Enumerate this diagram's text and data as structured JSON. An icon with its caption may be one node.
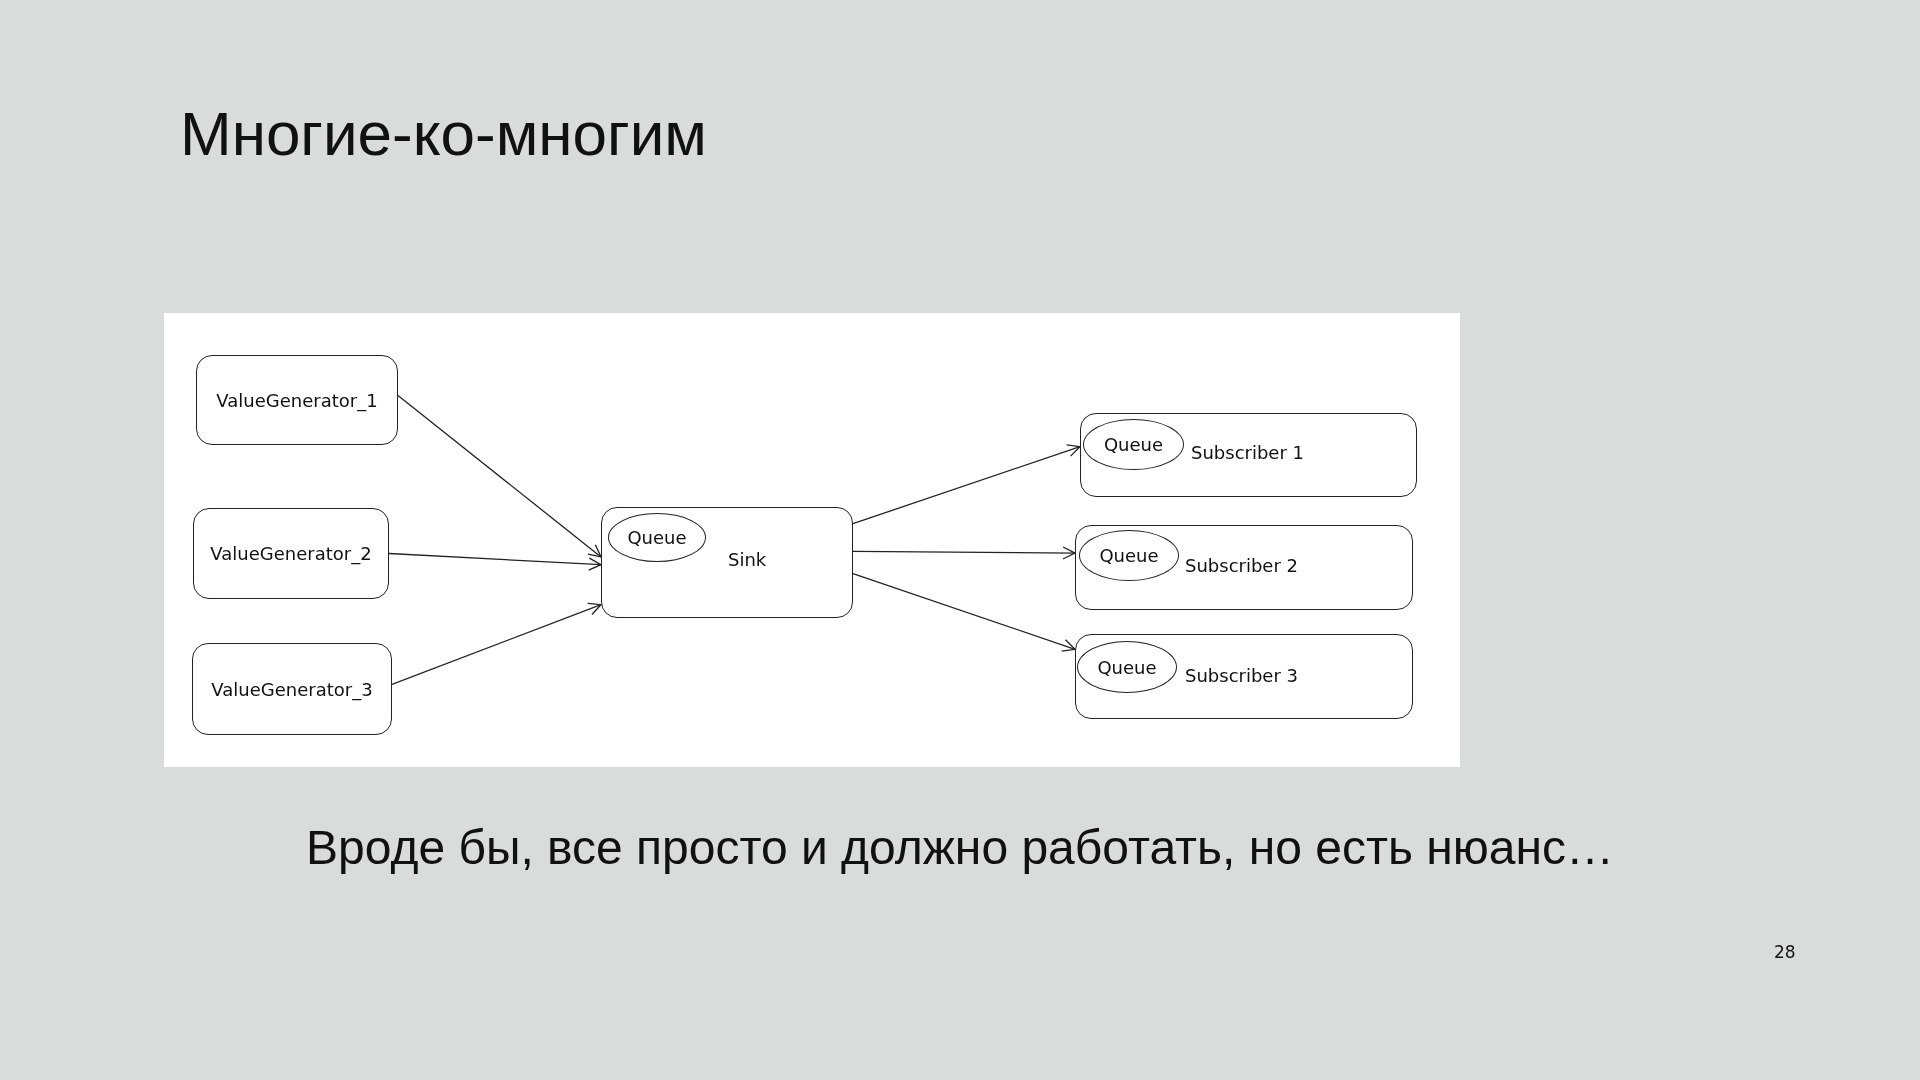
{
  "diagram": {
    "title": "Многие-ко-многим",
    "caption": "Вроде бы, все просто и должно работать, но есть нюанс…",
    "nodes": [
      {
        "text": [
          "ValueGenerator_1"
        ]
      },
      {
        "text": [
          "ValueGenerator_2"
        ]
      },
      {
        "text": [
          "ValueGenerator_3"
        ]
      },
      {
        "text": [
          "Sink"
        ]
      },
      {
        "text": [
          "Queue"
        ],
        "in": 3
      },
      {
        "text": [
          "Subscriber 1"
        ]
      },
      {
        "text": [
          "Queue"
        ],
        "in": 5
      },
      {
        "text": [
          "Subscriber 2"
        ]
      },
      {
        "text": [
          "Queue"
        ],
        "in": 7
      },
      {
        "text": [
          "Subscriber 3"
        ]
      },
      {
        "text": [
          "Queue"
        ],
        "in": 9
      }
    ],
    "edges": [
      {
        "from": 0,
        "to": 3,
        "arrow": "to"
      },
      {
        "from": 1,
        "to": 3,
        "arrow": "to"
      },
      {
        "from": 2,
        "to": 3,
        "arrow": "to"
      },
      {
        "from": 3,
        "to": 5,
        "arrow": "to"
      },
      {
        "from": 3,
        "to": 7,
        "arrow": "to"
      },
      {
        "from": 3,
        "to": 9,
        "arrow": "to"
      }
    ],
    "labels": [
      "28"
    ]
  }
}
